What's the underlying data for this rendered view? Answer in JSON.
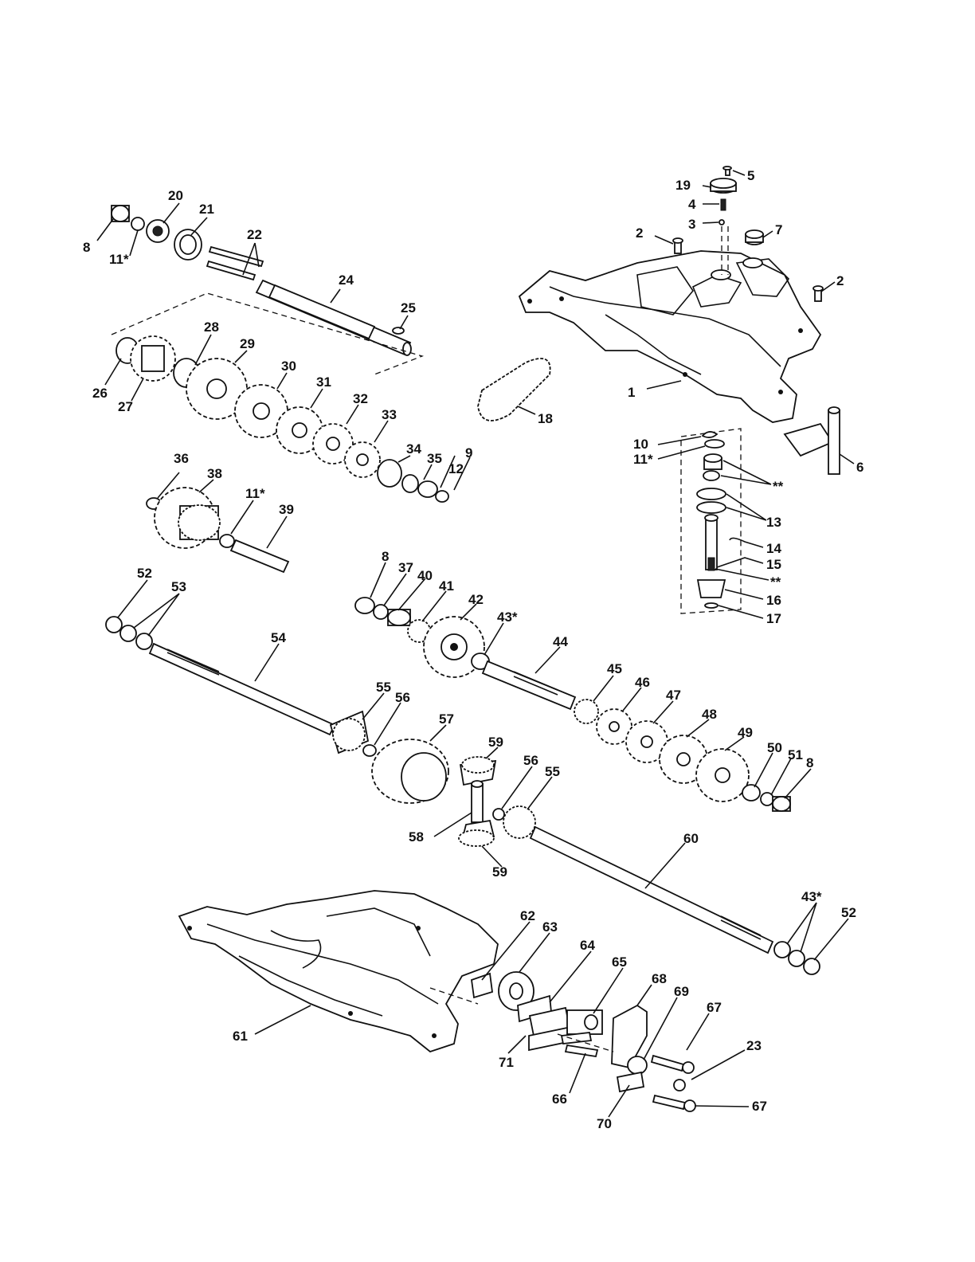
{
  "parts": [
    {
      "id": "p1",
      "label": "1"
    },
    {
      "id": "p2a",
      "label": "2"
    },
    {
      "id": "p2b",
      "label": "2"
    },
    {
      "id": "p3",
      "label": "3"
    },
    {
      "id": "p4",
      "label": "4"
    },
    {
      "id": "p5",
      "label": "5"
    },
    {
      "id": "p6",
      "label": "6"
    },
    {
      "id": "p7",
      "label": "7"
    },
    {
      "id": "p8a",
      "label": "8"
    },
    {
      "id": "p8b",
      "label": "8"
    },
    {
      "id": "p8c",
      "label": "8"
    },
    {
      "id": "p9",
      "label": "9"
    },
    {
      "id": "p10",
      "label": "10"
    },
    {
      "id": "p11a",
      "label": "11*"
    },
    {
      "id": "p11b",
      "label": "11*"
    },
    {
      "id": "p11c",
      "label": "11*"
    },
    {
      "id": "p12",
      "label": "12"
    },
    {
      "id": "p13",
      "label": "13"
    },
    {
      "id": "p14",
      "label": "14"
    },
    {
      "id": "p15",
      "label": "15"
    },
    {
      "id": "p16",
      "label": "16"
    },
    {
      "id": "p17",
      "label": "17"
    },
    {
      "id": "p18",
      "label": "18"
    },
    {
      "id": "p19",
      "label": "19"
    },
    {
      "id": "p20",
      "label": "20"
    },
    {
      "id": "p21",
      "label": "21"
    },
    {
      "id": "p22",
      "label": "22"
    },
    {
      "id": "p23",
      "label": "23"
    },
    {
      "id": "p24",
      "label": "24"
    },
    {
      "id": "p25",
      "label": "25"
    },
    {
      "id": "p26",
      "label": "26"
    },
    {
      "id": "p27",
      "label": "27"
    },
    {
      "id": "p28",
      "label": "28"
    },
    {
      "id": "p29",
      "label": "29"
    },
    {
      "id": "p30",
      "label": "30"
    },
    {
      "id": "p31",
      "label": "31"
    },
    {
      "id": "p32",
      "label": "32"
    },
    {
      "id": "p33",
      "label": "33"
    },
    {
      "id": "p34",
      "label": "34"
    },
    {
      "id": "p35",
      "label": "35"
    },
    {
      "id": "p36",
      "label": "36"
    },
    {
      "id": "p37",
      "label": "37"
    },
    {
      "id": "p38",
      "label": "38"
    },
    {
      "id": "p39",
      "label": "39"
    },
    {
      "id": "p40",
      "label": "40"
    },
    {
      "id": "p41",
      "label": "41"
    },
    {
      "id": "p42",
      "label": "42"
    },
    {
      "id": "p43a",
      "label": "43*"
    },
    {
      "id": "p43b",
      "label": "43*"
    },
    {
      "id": "p44",
      "label": "44"
    },
    {
      "id": "p45",
      "label": "45"
    },
    {
      "id": "p46",
      "label": "46"
    },
    {
      "id": "p47",
      "label": "47"
    },
    {
      "id": "p48",
      "label": "48"
    },
    {
      "id": "p49",
      "label": "49"
    },
    {
      "id": "p50",
      "label": "50"
    },
    {
      "id": "p51",
      "label": "51"
    },
    {
      "id": "p52a",
      "label": "52"
    },
    {
      "id": "p52b",
      "label": "52"
    },
    {
      "id": "p53",
      "label": "53"
    },
    {
      "id": "p54",
      "label": "54"
    },
    {
      "id": "p55a",
      "label": "55"
    },
    {
      "id": "p55b",
      "label": "55"
    },
    {
      "id": "p56a",
      "label": "56"
    },
    {
      "id": "p56b",
      "label": "56"
    },
    {
      "id": "p57",
      "label": "57"
    },
    {
      "id": "p58",
      "label": "58"
    },
    {
      "id": "p59a",
      "label": "59"
    },
    {
      "id": "p59b",
      "label": "59"
    },
    {
      "id": "p60",
      "label": "60"
    },
    {
      "id": "p61",
      "label": "61"
    },
    {
      "id": "p62",
      "label": "62"
    },
    {
      "id": "p63",
      "label": "63"
    },
    {
      "id": "p64",
      "label": "64"
    },
    {
      "id": "p65",
      "label": "65"
    },
    {
      "id": "p66",
      "label": "66"
    },
    {
      "id": "p67a",
      "label": "67"
    },
    {
      "id": "p67b",
      "label": "67"
    },
    {
      "id": "p68",
      "label": "68"
    },
    {
      "id": "p69",
      "label": "69"
    },
    {
      "id": "p70",
      "label": "70"
    },
    {
      "id": "p71",
      "label": "71"
    }
  ],
  "markers": {
    "double_star_a": "**",
    "double_star_b": "**"
  }
}
